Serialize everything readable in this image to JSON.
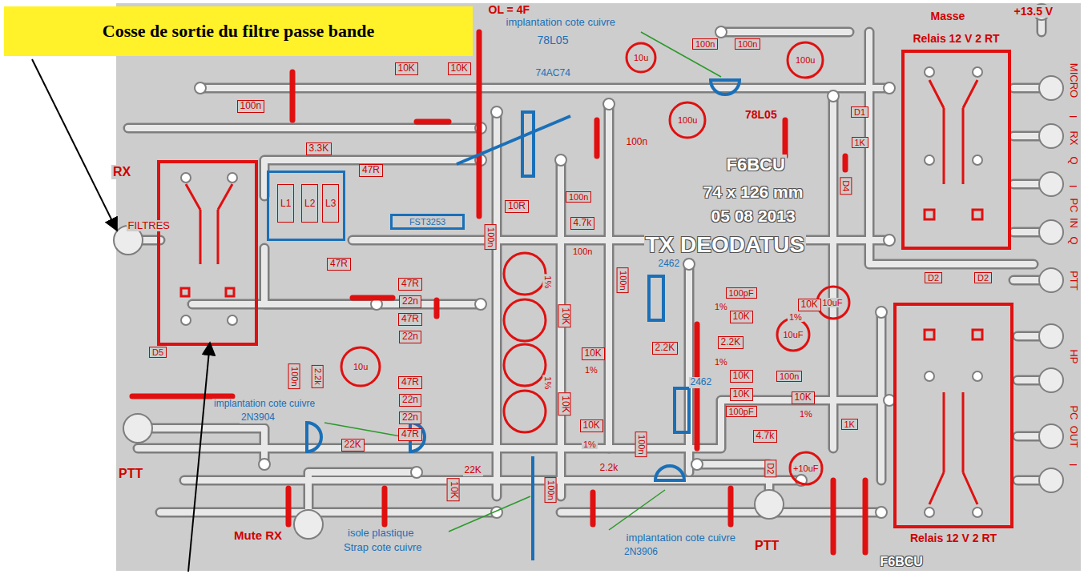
{
  "diagram": {
    "nodes": [
      {
        "text": [
          "Cosse de sortie du filtre passe bande"
        ]
      },
      {
        "text": [
          "L1",
          "L2",
          "L3"
        ]
      },
      {
        "text": [
          "FST3253"
        ]
      },
      {
        "text": [
          "Relais 12 V 2 RT"
        ]
      },
      {
        "text": [
          "Relais 12 V 2 RT"
        ]
      }
    ],
    "labels": [
      "OL = 4F",
      "implantation cote cuivre",
      "78L05",
      "Masse",
      "+13.5 V",
      "100n",
      "100n",
      "10u",
      "100u",
      "10K",
      "10K",
      "74AC74",
      "78L05",
      "100u",
      "100n",
      "100n",
      "D1",
      "1K",
      "D4",
      "3.3K",
      "47R",
      "F6BCU",
      "74 x 126 mm",
      "05 08 2013",
      "TX DEODATUS",
      "RX",
      "FILTRES",
      "10R",
      "100n",
      "4.7k",
      "100n",
      "100n",
      "100n",
      "47R",
      "100pF",
      "1%",
      "10K",
      "10K",
      "1%",
      "2462",
      "10uF",
      "10uF",
      "47R",
      "22n",
      "47R",
      "22n",
      "1%",
      "10K",
      "10K",
      "1%",
      "2.2K",
      "2.2K",
      "1%",
      "10K",
      "100n",
      "10K",
      "100pF",
      "10K",
      "1%",
      "2462",
      "D5",
      "100n",
      "2.2k",
      "10u",
      "47R",
      "22n",
      "22n",
      "47R",
      "1%",
      "10K",
      "10K",
      "1%",
      "100n",
      "4.7k",
      "D2",
      "+10uF",
      "1K",
      "D2",
      "D2",
      "implantation cote cuivre",
      "2N3904",
      "22K",
      "22K",
      "2.2k",
      "10K",
      "100n",
      "PTT",
      "Mute RX",
      "isole plastique",
      "Strap cote cuivre",
      "implantation cote cuivre",
      "2N3906",
      "PTT",
      "F6BCU",
      "MICRO",
      "I",
      "RX",
      "Q",
      "I",
      "PC",
      "IN",
      "Q",
      "PTT",
      "HP",
      "PC",
      "OUT",
      "I"
    ]
  }
}
